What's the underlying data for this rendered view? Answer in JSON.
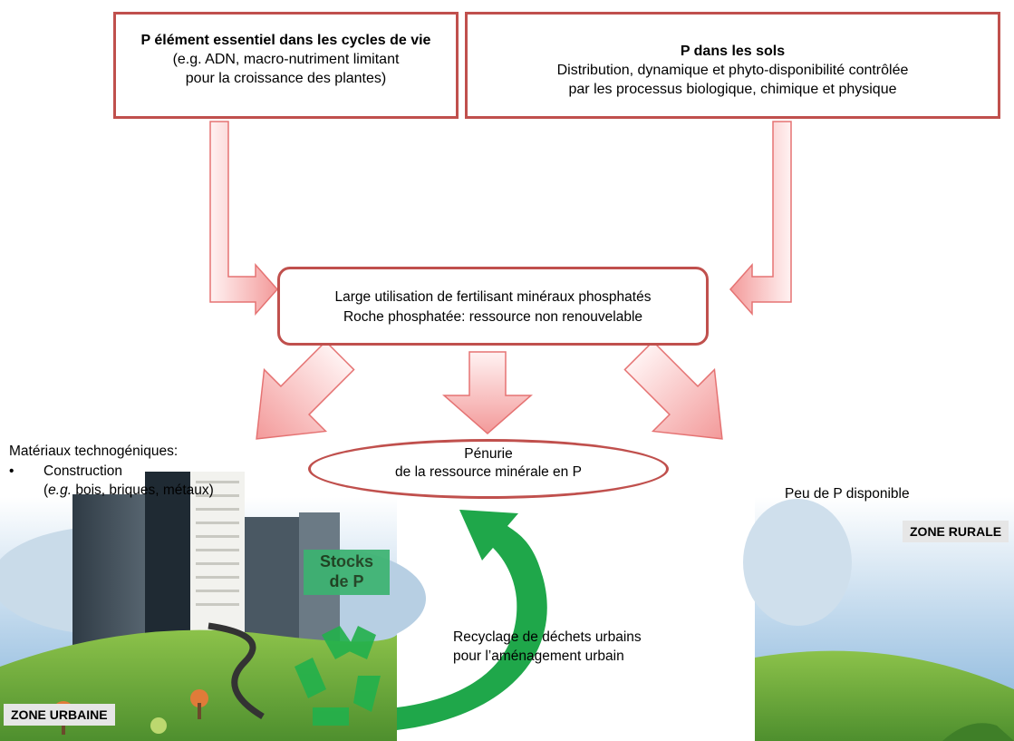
{
  "box_life": {
    "title": "P élément essentiel dans les cycles de vie",
    "line1": "(e.g. ADN, macro-nutriment limitant",
    "line2": "pour la croissance des plantes)"
  },
  "box_soils": {
    "title": "P dans les sols",
    "line1": "Distribution, dynamique et phyto-disponibilité contrôlée",
    "line2": "par les processus biologique, chimique et physique"
  },
  "box_fertilizer": {
    "line1": "Large utilisation de fertilisant minéraux phosphatés",
    "line2": "Roche phosphatée: ressource non renouvelable"
  },
  "shortage": {
    "line1": "Pénurie",
    "line2": "de la ressource minérale en P"
  },
  "materials": {
    "title": "Matériaux technogéniques:",
    "bullet": "•",
    "item": "Construction",
    "eg": "e.g.",
    "detail_open": "(",
    "detail_rest": " bois, briques, métaux)"
  },
  "stocks": {
    "line1": "Stocks",
    "line2": "de P"
  },
  "recycling": {
    "line1": "Recyclage de déchets urbains",
    "line2": "pour l’aménagement urbain"
  },
  "rural_text": "Peu de P disponible",
  "zone_urban": "ZONE URBAINE",
  "zone_rural": "ZONE RURALE",
  "colors": {
    "box_border": "#c0504d",
    "arrow_fill_light": "#fde3e3",
    "arrow_fill_dark": "#f08b8b",
    "recycle_green": "#16a34a",
    "sky": "#8db6d8",
    "grass": "#6fae3c"
  }
}
